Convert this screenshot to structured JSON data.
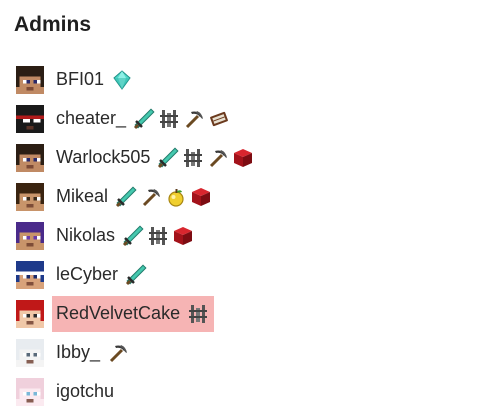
{
  "section": {
    "title": "Admins"
  },
  "admins": [
    {
      "name": "BFI01",
      "avatar": "avatar-dark",
      "badges": [
        "diamond-icon"
      ]
    },
    {
      "name": "cheater_",
      "avatar": "avatar-ninja",
      "badges": [
        "sword-icon",
        "fence-icon",
        "pickaxe-icon",
        "book-icon"
      ]
    },
    {
      "name": "Warlock505",
      "avatar": "avatar-dark",
      "badges": [
        "sword-icon",
        "fence-icon",
        "pickaxe-icon",
        "redstone-block-icon"
      ]
    },
    {
      "name": "Mikeal",
      "avatar": "avatar-brown",
      "badges": [
        "sword-icon",
        "pickaxe-icon",
        "golden-apple-icon",
        "redstone-block-icon"
      ]
    },
    {
      "name": "Nikolas",
      "avatar": "avatar-purple",
      "badges": [
        "sword-icon",
        "fence-icon",
        "redstone-block-icon"
      ]
    },
    {
      "name": "leCyber",
      "avatar": "avatar-blue",
      "badges": [
        "sword-icon"
      ]
    },
    {
      "name": "RedVelvetCake",
      "avatar": "avatar-red",
      "badges": [
        "fence-icon"
      ],
      "highlighted": true
    },
    {
      "name": "Ibby_",
      "avatar": "avatar-white",
      "badges": [
        "pickaxe-icon"
      ]
    },
    {
      "name": "igotchu",
      "avatar": "avatar-pink",
      "badges": []
    }
  ],
  "colors": {
    "highlight": "#f6b4b4",
    "diamond": "#4fd8c8",
    "sword_blade": "#3fb8a0",
    "redstone": "#b3141c",
    "gold": "#e6c22a",
    "wood": "#7a5a2e"
  }
}
